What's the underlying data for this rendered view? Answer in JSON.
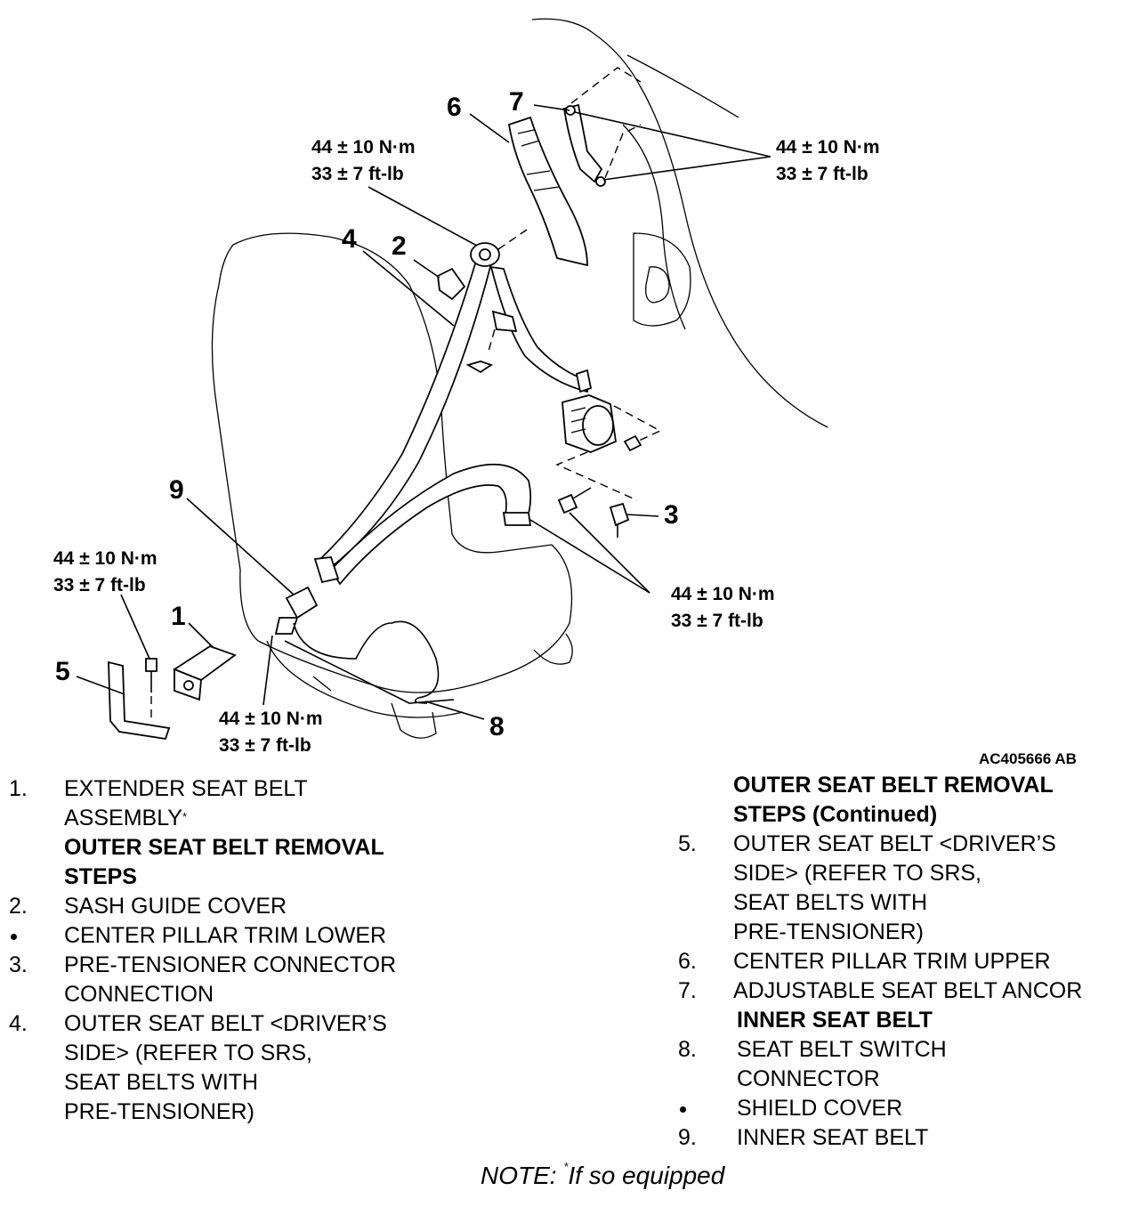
{
  "diagram": {
    "callouts": [
      "1",
      "2",
      "3",
      "4",
      "5",
      "6",
      "7",
      "8",
      "9"
    ],
    "torque": {
      "nm": "44 ± 10 N·m",
      "ftlb": "33 ± 7 ft-lb"
    },
    "reference_code": "AC405666 AB"
  },
  "legend_left": [
    {
      "num": "1.",
      "text": "EXTENDER SEAT BELT"
    },
    {
      "num": "",
      "text": "ASSEMBLY",
      "sup": "*"
    },
    {
      "num": "",
      "text": "OUTER SEAT BELT REMOVAL",
      "bold": true
    },
    {
      "num": "",
      "text": "STEPS",
      "bold": true
    },
    {
      "num": "2.",
      "text": "SASH GUIDE COVER"
    },
    {
      "num": "•",
      "text": "CENTER PILLAR TRIM LOWER"
    },
    {
      "num": "3.",
      "text": "PRE-TENSIONER CONNECTOR"
    },
    {
      "num": "",
      "text": "CONNECTION"
    },
    {
      "num": "4.",
      "text": "OUTER SEAT BELT <DRIVER’S"
    },
    {
      "num": "",
      "text": "SIDE> (REFER TO SRS,"
    },
    {
      "num": "",
      "text": "SEAT BELTS WITH"
    },
    {
      "num": "",
      "text": "PRE-TENSIONER)"
    }
  ],
  "legend_right": [
    {
      "num": "",
      "text": "OUTER SEAT BELT REMOVAL",
      "bold": true
    },
    {
      "num": "",
      "text": "STEPS (Continued)",
      "bold": true
    },
    {
      "num": "5.",
      "text": "OUTER SEAT BELT <DRIVER’S"
    },
    {
      "num": "",
      "text": "SIDE> (REFER TO SRS,"
    },
    {
      "num": "",
      "text": "SEAT BELTS WITH"
    },
    {
      "num": "",
      "text": "PRE-TENSIONER)"
    },
    {
      "num": "6.",
      "text": "CENTER PILLAR TRIM UPPER"
    },
    {
      "num": "7.",
      "text": "ADJUSTABLE SEAT BELT ANCOR"
    },
    {
      "num": "",
      "text": "INNER SEAT BELT",
      "bold": true,
      "indent": true
    },
    {
      "num": "8.",
      "text": "SEAT BELT SWITCH",
      "indent": true
    },
    {
      "num": "",
      "text": "CONNECTOR",
      "indent": true
    },
    {
      "num": "•",
      "text": "SHIELD COVER",
      "indent": true
    },
    {
      "num": "9.",
      "text": "INNER SEAT BELT",
      "indent": true
    }
  ],
  "note": {
    "prefix": "NOTE: ",
    "sup": "*",
    "text": "If so equipped"
  }
}
